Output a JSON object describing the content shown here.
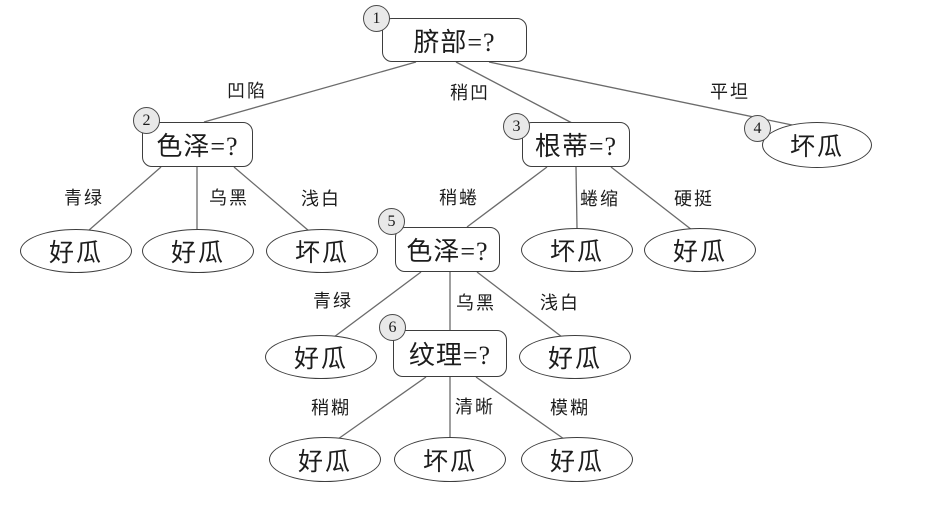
{
  "diagram": {
    "type": "decision-tree",
    "colors": {
      "background": "#ffffff",
      "node_fill": "#ffffff",
      "node_border": "#3d3d3d",
      "number_circle_fill": "#e9e9e9",
      "edge": "#6b6b6b",
      "text": "#1c1c1c"
    },
    "nodes": {
      "n1": {
        "num": "1",
        "label": "脐部=?"
      },
      "n2": {
        "num": "2",
        "label": "色泽=?"
      },
      "n3": {
        "num": "3",
        "label": "根蒂=?"
      },
      "n4": {
        "num": "4",
        "label": "坏瓜"
      },
      "n5": {
        "num": "5",
        "label": "色泽=?"
      },
      "n6": {
        "num": "6",
        "label": "纹理=?"
      }
    },
    "leaves": {
      "l21": {
        "label": "好瓜"
      },
      "l22": {
        "label": "好瓜"
      },
      "l23": {
        "label": "坏瓜"
      },
      "l31": {
        "label": "坏瓜"
      },
      "l32": {
        "label": "好瓜"
      },
      "l51": {
        "label": "好瓜"
      },
      "l52": {
        "label": "好瓜"
      },
      "l61": {
        "label": "好瓜"
      },
      "l62": {
        "label": "坏瓜"
      },
      "l63": {
        "label": "好瓜"
      }
    },
    "branches": {
      "root_to_n2": "凹陷",
      "root_to_n3": "稍凹",
      "root_to_n4": "平坦",
      "n2_to_l21": "青绿",
      "n2_to_l22": "乌黑",
      "n2_to_l23": "浅白",
      "n3_to_n5": "稍蜷",
      "n3_to_l31": "蜷缩",
      "n3_to_l32": "硬挺",
      "n5_to_l51": "青绿",
      "n5_to_n6": "乌黑",
      "n5_to_l52": "浅白",
      "n6_to_l61": "稍糊",
      "n6_to_l62": "清晰",
      "n6_to_l63": "模糊"
    }
  }
}
